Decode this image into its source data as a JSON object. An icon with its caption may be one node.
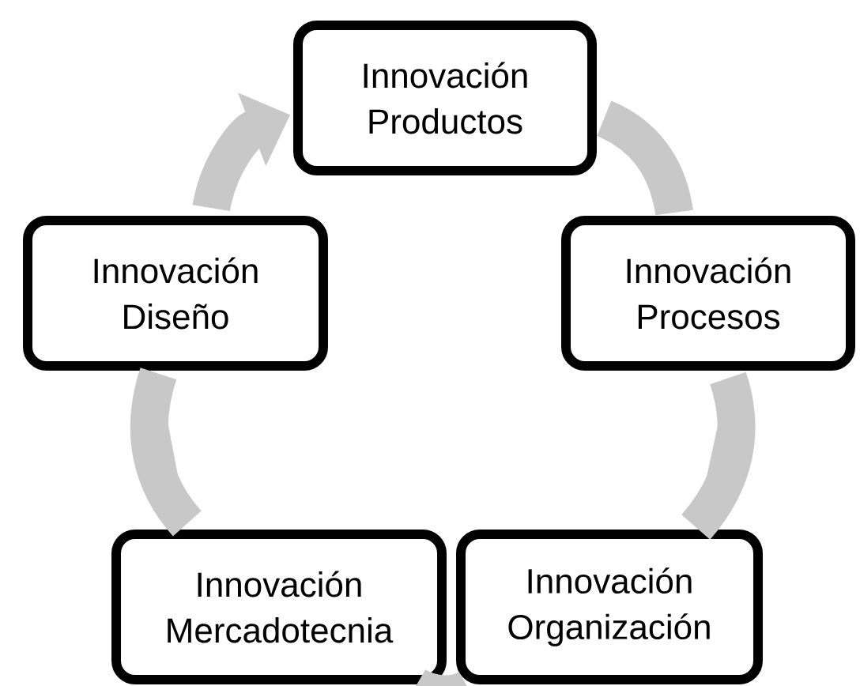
{
  "diagram": {
    "nodes": [
      {
        "text": [
          "Innovación Productos"
        ]
      },
      {
        "text": [
          "Innovación Diseño"
        ]
      },
      {
        "text": [
          "Innovación Procesos"
        ]
      },
      {
        "text": [
          "Innovación Mercadotecnia"
        ]
      },
      {
        "text": [
          "Innovación Organización"
        ]
      }
    ],
    "edges": [
      {
        "from": 0,
        "to": 2,
        "arrow": "none"
      },
      {
        "from": 2,
        "to": 4,
        "arrow": "none"
      },
      {
        "from": 4,
        "to": 3,
        "arrow": "none"
      },
      {
        "from": 3,
        "to": 1,
        "arrow": "none"
      },
      {
        "from": 1,
        "to": 0,
        "arrow": "to"
      }
    ]
  }
}
